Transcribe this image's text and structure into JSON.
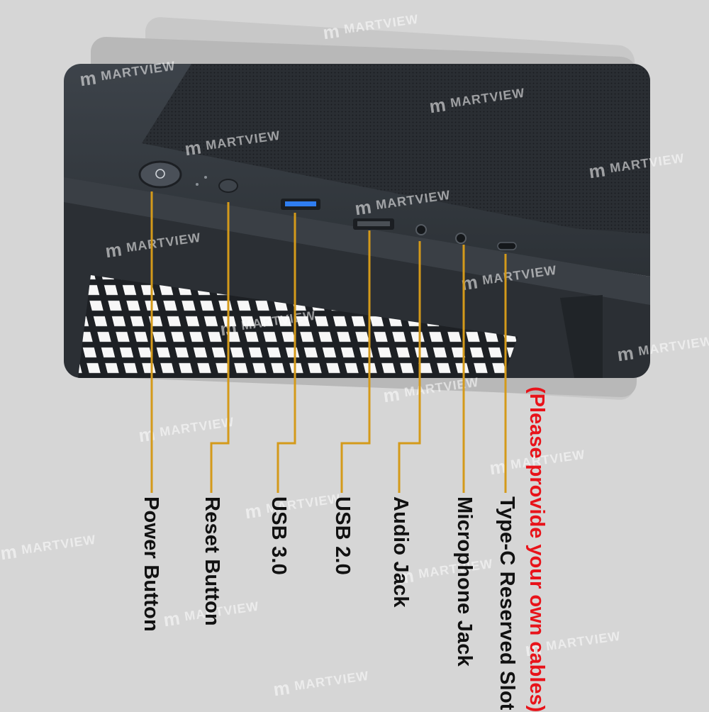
{
  "watermark": {
    "text": "MARTVIEW"
  },
  "labels": {
    "power_button": "Power Button",
    "reset_button": "Reset Button",
    "usb3": "USB 3.0",
    "usb2": "USB 2.0",
    "audio_jack": "Audio Jack",
    "microphone_jack": "Microphone Jack",
    "type_c": "Type-C Reserved Slot"
  },
  "note": "(Please provide your own cables)",
  "colors": {
    "leader_line": "#d49a1a",
    "note_text": "#e8131a",
    "case_body": "#2f3338",
    "usb3_port": "#2f7df0"
  },
  "icons": [
    "power-symbol-icon",
    "brand-m-logo-icon"
  ]
}
